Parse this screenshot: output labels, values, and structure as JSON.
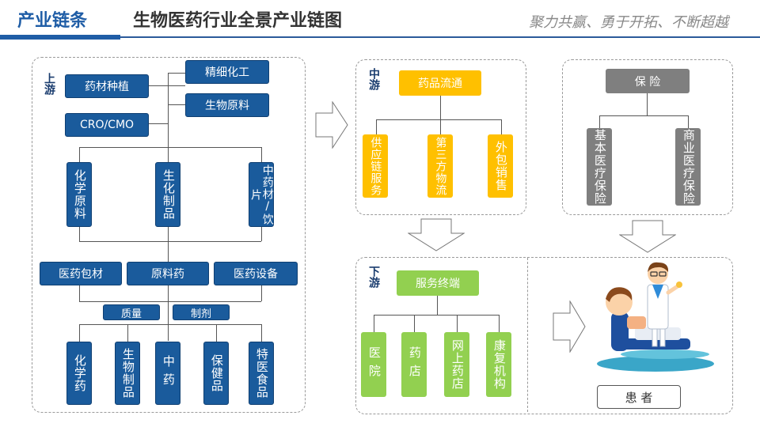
{
  "header": {
    "category": "产业链条",
    "title": "生物医药行业全景产业链图",
    "slogan": "聚力共赢、勇于开拓、不断超越"
  },
  "upstream": {
    "label": "上游",
    "inputs": [
      "药材种植",
      "精细化工",
      "生物原料",
      "CRO/CMO"
    ],
    "materials": [
      "化学原料",
      "生化制品",
      "中药材/饮片"
    ],
    "support": [
      "医药包材",
      "原料药",
      "医药设备"
    ],
    "factors": [
      "质量",
      "制剂"
    ],
    "products": [
      "化学药",
      "生物制品",
      "中药",
      "保健品",
      "特医食品"
    ]
  },
  "midstream": {
    "label": "中游",
    "head": "药品流通",
    "items": [
      "供应链服务",
      "第三方物流",
      "外包销售"
    ]
  },
  "insurance": {
    "head": "保 险",
    "items": [
      "基本医疗保险",
      "商业医疗保险"
    ]
  },
  "downstream": {
    "label": "下游",
    "head": "服务终端",
    "items": [
      "医院",
      "药店",
      "网上药店",
      "康复机构"
    ]
  },
  "patient": {
    "label": "患 者"
  },
  "colors": {
    "blue": "#1a5b9c",
    "yellow": "#ffc000",
    "green": "#92d050",
    "gray": "#7f7f7f"
  }
}
